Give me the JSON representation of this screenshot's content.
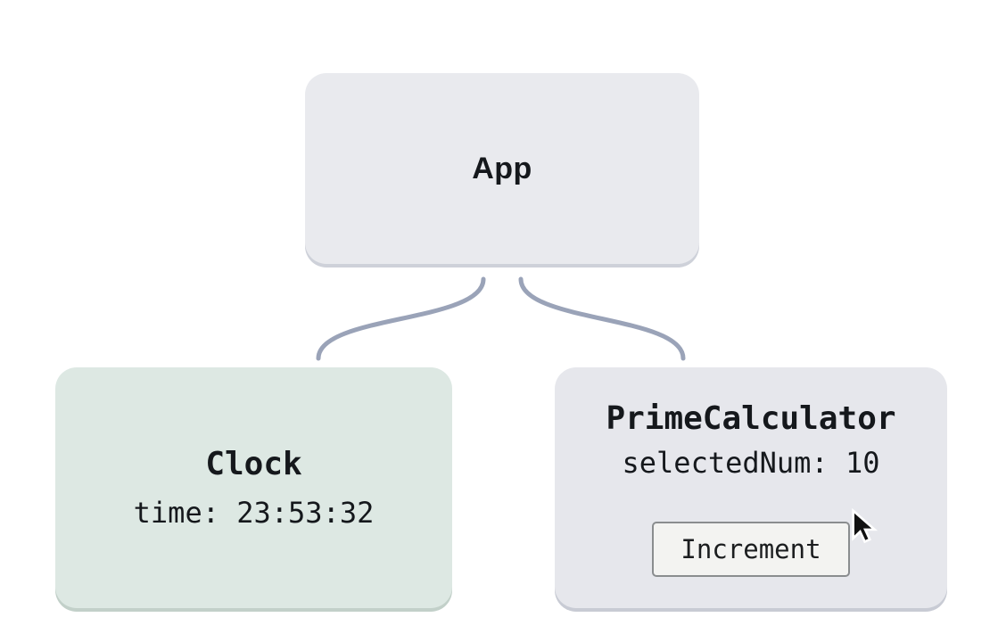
{
  "diagram": {
    "nodes": {
      "app": {
        "label": "App"
      },
      "clock": {
        "label": "Clock",
        "state": "time: 23:53:32"
      },
      "prime_calculator": {
        "label": "PrimeCalculator",
        "state": "selectedNum: 10",
        "button_label": "Increment"
      }
    },
    "colors": {
      "canvas_bg": "#ffffff",
      "connector": "#9aa3b8",
      "text": "#15181c",
      "app_fill": "#e9eaee",
      "app_edge": "#ced1d9",
      "clock_fill": "#dde8e3",
      "clock_edge": "#c2d0c9",
      "prime_fill": "#e6e7ec",
      "prime_edge": "#c8cbd4",
      "button_bg": "#f3f3f1",
      "button_border": "#8a8d8f",
      "button_text": "#1b1d1f"
    }
  }
}
